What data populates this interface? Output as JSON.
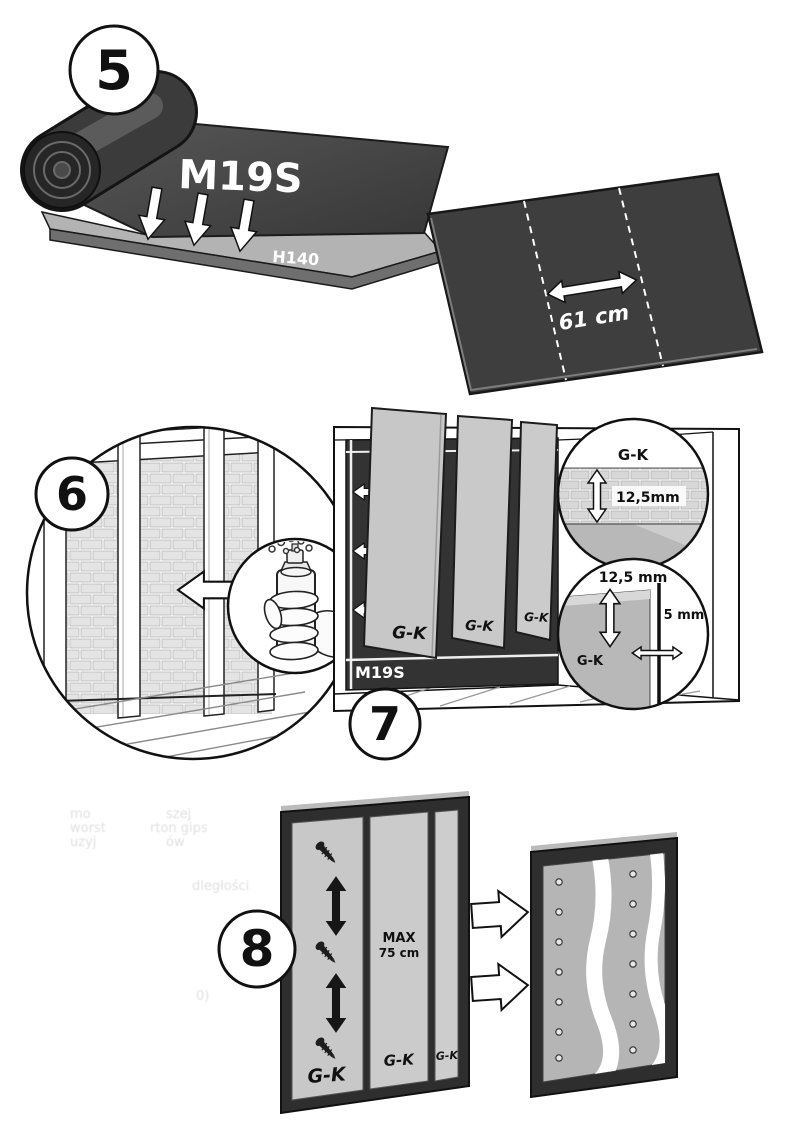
{
  "page": {
    "background": "#ffffff"
  },
  "colors": {
    "dark_material": "#3e3e3e",
    "panel_gray": "#c7c7c7",
    "frame_dark": "#2e2e2e",
    "outline": "#111111"
  },
  "step5": {
    "number": "5",
    "roll_label": "M19S",
    "board_label": "H140",
    "panel_width_label": "61 cm"
  },
  "step6": {
    "number": "6"
  },
  "step7": {
    "number": "7",
    "wall_label": "M19S",
    "panels": [
      "G-K",
      "G-K",
      "G-K"
    ],
    "detail_top": {
      "board_label": "G-K",
      "thickness_label": "12,5mm"
    },
    "detail_bottom": {
      "thickness_label": "12,5 mm",
      "gap_label": "5 mm",
      "board_label": "G-K"
    }
  },
  "step8": {
    "number": "8",
    "spacing_label_line1": "MAX",
    "spacing_label_line2": "75 cm",
    "panels": [
      "G-K",
      "G-K",
      "G-K"
    ]
  },
  "background_text": {
    "fragments": [
      "mo",
      "szej",
      "worst",
      "rton gips",
      "uzyj",
      "ów",
      "dległości",
      "0)"
    ]
  }
}
